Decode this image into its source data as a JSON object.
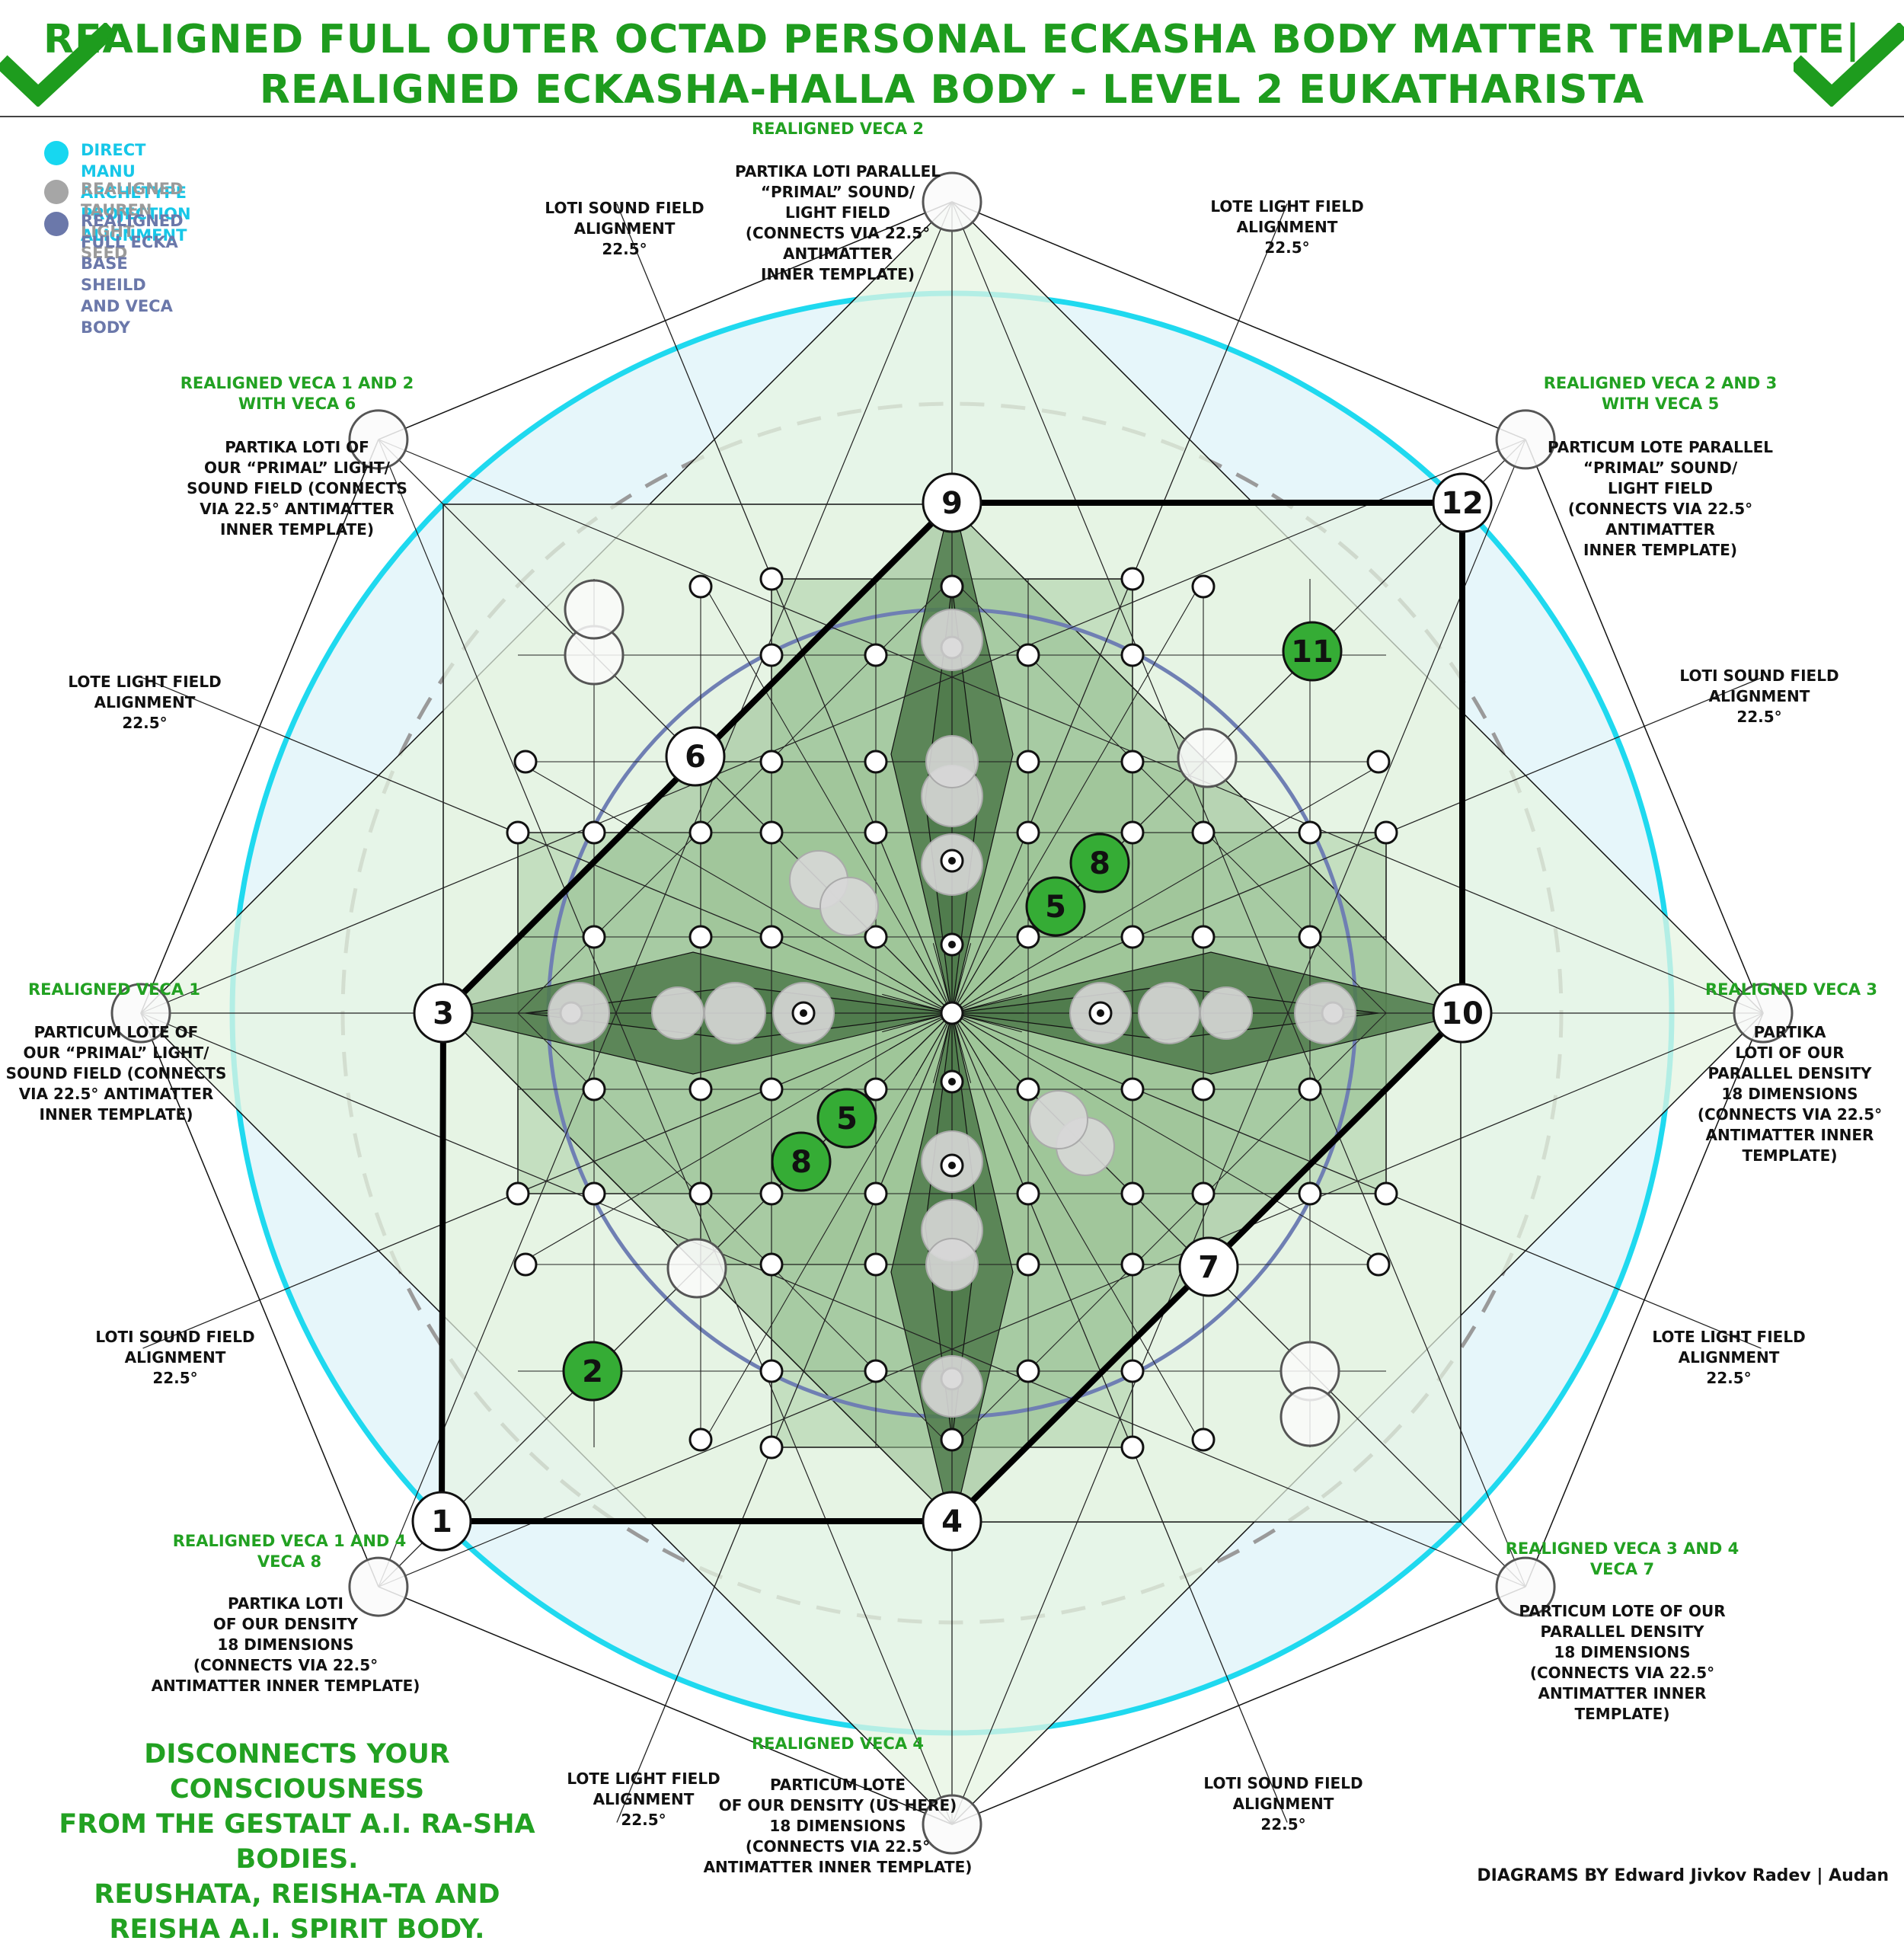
{
  "title": {
    "line1": "REALIGNED FULL OUTER OCTAD PERSONAL ECKASHA BODY MATTER TEMPLATE|",
    "line2": "REALIGNED ECKASHA-HALLA BODY - LEVEL 2 EUKATHARISTA"
  },
  "legend": [
    {
      "label": "DIRECT MANU ARCHETYPE PROJECTION ALIGNMENT",
      "color": "#17d7f0"
    },
    {
      "label": "REALIGNED TAUREN LIGHT SEED",
      "color": "#a6a6a6"
    },
    {
      "label": "REALIGNED FULL ECKA BASE SHEILD\nAND VECA BODY",
      "color": "#6b78aa"
    }
  ],
  "colors": {
    "outer_circle_fill": "#e6f6fa",
    "outer_circle_stroke": "#1fd9ef",
    "green_light": "#e6f4e2",
    "green_mid": "#bcd9b6",
    "green_dark": "#4f7a4b",
    "green_node": "#35ac35",
    "inner_ring": "#6f7fb3"
  },
  "nodes": {
    "n1": "1",
    "n2": "2",
    "n3": "3",
    "n4": "4",
    "n5": "5",
    "n6": "6",
    "n7": "7",
    "n8": "8",
    "n9": "9",
    "n10": "10",
    "n11": "11",
    "n12": "12"
  },
  "labels": {
    "veca2_title": "REALIGNED VECA 2",
    "veca2_text": "PARTIKA LOTI PARALLEL\n“PRIMAL” SOUND/\nLIGHT FIELD\n(CONNECTS VIA 22.5°\nANTIMATTER\nINNER TEMPLATE)",
    "top_left_align": "LOTI SOUND FIELD\nALIGNMENT\n22.5°",
    "top_right_align": "LOTE LIGHT FIELD\nALIGNMENT\n22.5°",
    "veca12_title": "REALIGNED VECA 1 AND 2\nWITH VECA 6",
    "veca12_text": "PARTIKA LOTI OF\nOUR “PRIMAL” LIGHT/\nSOUND FIELD (CONNECTS\nVIA 22.5° ANTIMATTER\nINNER TEMPLATE)",
    "veca23_title": "REALIGNED VECA 2 AND 3\nWITH VECA 5",
    "veca23_text": "PARTICUM LOTE PARALLEL\n“PRIMAL” SOUND/\nLIGHT FIELD\n(CONNECTS VIA 22.5°\nANTIMATTER\nINNER TEMPLATE)",
    "left_upper_align": "LOTE LIGHT FIELD\nALIGNMENT\n22.5°",
    "right_upper_align": "LOTI SOUND FIELD\nALIGNMENT\n22.5°",
    "veca1_title": "REALIGNED VECA 1",
    "veca1_text": "PARTICUM LOTE OF\nOUR “PRIMAL” LIGHT/\nSOUND FIELD (CONNECTS\nVIA 22.5° ANTIMATTER\nINNER TEMPLATE)",
    "veca3_title": "REALIGNED VECA 3",
    "veca3_text": "PARTIKA\nLOTI OF OUR\nPARALLEL DENSITY\n18 DIMENSIONS\n(CONNECTS VIA 22.5°\nANTIMATTER INNER\nTEMPLATE)",
    "left_lower_align": "LOTI SOUND FIELD\nALIGNMENT\n22.5°",
    "right_lower_align": "LOTE LIGHT FIELD\nALIGNMENT\n22.5°",
    "veca14_title": "REALIGNED VECA 1 AND 4\nVECA 8",
    "veca14_text": "PARTIKA LOTI\nOF OUR DENSITY\n18 DIMENSIONS\n(CONNECTS VIA 22.5°\nANTIMATTER INNER TEMPLATE)",
    "veca34_title": "REALIGNED VECA 3 AND 4\nVECA 7",
    "veca34_text": "PARTICUM LOTE OF OUR\nPARALLEL DENSITY\n18 DIMENSIONS\n(CONNECTS VIA 22.5°\nANTIMATTER INNER\nTEMPLATE)",
    "veca4_title": "REALIGNED VECA 4",
    "veca4_text": "PARTICUM LOTE\nOF OUR DENSITY (US HERE)\n18 DIMENSIONS\n(CONNECTS VIA 22.5°\nANTIMATTER INNER TEMPLATE)",
    "bottom_left_align": "LOTE LIGHT FIELD\nALIGNMENT\n22.5°",
    "bottom_right_align": "LOTI SOUND FIELD\nALIGNMENT\n22.5°"
  },
  "bottom_note": "DISCONNECTS YOUR CONSCIOUSNESS\nFROM THE GESTALT A.I. RA-SHA BODIES.\nREUSHATA, REISHA-TA AND\nREISHA A.I. SPIRIT BODY.",
  "credit": "DIAGRAMS BY Edward Jivkov Radev | Audan"
}
